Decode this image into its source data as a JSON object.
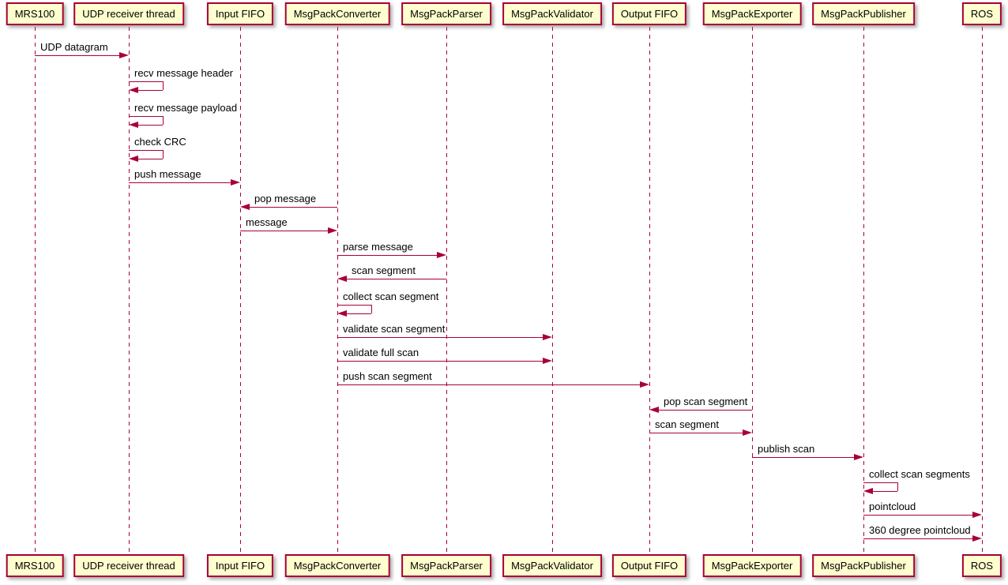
{
  "diagram": {
    "kind": "sequence-diagram",
    "participants": [
      {
        "label": "MRS100"
      },
      {
        "label": "UDP receiver thread"
      },
      {
        "label": "Input FIFO"
      },
      {
        "label": "MsgPackConverter"
      },
      {
        "label": "MsgPackParser"
      },
      {
        "label": "MsgPackValidator"
      },
      {
        "label": "Output FIFO"
      },
      {
        "label": "MsgPackExporter"
      },
      {
        "label": "MsgPackPublisher"
      },
      {
        "label": "ROS"
      }
    ],
    "messages": [
      {
        "from": "MRS100",
        "to": "UDP receiver thread",
        "label": "UDP datagram"
      },
      {
        "from": "UDP receiver thread",
        "to": "UDP receiver thread",
        "label": "recv message header"
      },
      {
        "from": "UDP receiver thread",
        "to": "UDP receiver thread",
        "label": "recv message payload"
      },
      {
        "from": "UDP receiver thread",
        "to": "UDP receiver thread",
        "label": "check CRC"
      },
      {
        "from": "UDP receiver thread",
        "to": "Input FIFO",
        "label": "push message"
      },
      {
        "from": "MsgPackConverter",
        "to": "Input FIFO",
        "label": "pop message"
      },
      {
        "from": "Input FIFO",
        "to": "MsgPackConverter",
        "label": "message"
      },
      {
        "from": "MsgPackConverter",
        "to": "MsgPackParser",
        "label": "parse message"
      },
      {
        "from": "MsgPackParser",
        "to": "MsgPackConverter",
        "label": "scan segment"
      },
      {
        "from": "MsgPackConverter",
        "to": "MsgPackConverter",
        "label": "collect scan segment"
      },
      {
        "from": "MsgPackConverter",
        "to": "MsgPackValidator",
        "label": "validate scan segment"
      },
      {
        "from": "MsgPackConverter",
        "to": "MsgPackValidator",
        "label": "validate full scan"
      },
      {
        "from": "MsgPackConverter",
        "to": "Output FIFO",
        "label": "push scan segment"
      },
      {
        "from": "MsgPackExporter",
        "to": "Output FIFO",
        "label": "pop scan segment"
      },
      {
        "from": "Output FIFO",
        "to": "MsgPackExporter",
        "label": "scan segment"
      },
      {
        "from": "MsgPackExporter",
        "to": "MsgPackPublisher",
        "label": "publish scan"
      },
      {
        "from": "MsgPackPublisher",
        "to": "MsgPackPublisher",
        "label": "collect scan segments"
      },
      {
        "from": "MsgPackPublisher",
        "to": "ROS",
        "label": "pointcloud"
      },
      {
        "from": "MsgPackPublisher",
        "to": "ROS",
        "label": "360 degree pointcloud"
      }
    ],
    "colors": {
      "participant_fill": "#FEFECE",
      "line": "#A80036",
      "text": "#000000",
      "background": "#FFFFFF"
    }
  }
}
